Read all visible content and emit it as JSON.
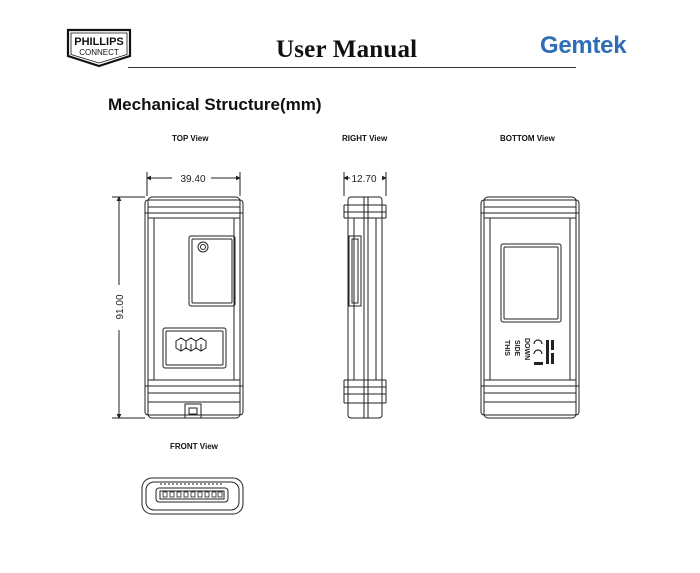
{
  "header": {
    "title": "User Manual",
    "left_logo": {
      "line1": "PHILLIPS",
      "line2": "CONNECT"
    },
    "right_logo": {
      "text": "Gemtek",
      "color": "#2f6db5"
    }
  },
  "section": {
    "title": "Mechanical Structure(mm)"
  },
  "views": {
    "top": {
      "label": "TOP View",
      "width_dim": "39.40",
      "height_dim": "91.00"
    },
    "right": {
      "label": "RIGHT View",
      "width_dim": "12.70"
    },
    "bottom": {
      "label": "BOTTOM View",
      "marking_lines": [
        "THIS",
        "SIDE",
        "DOWN"
      ]
    },
    "front": {
      "label": "FRONT View"
    }
  }
}
